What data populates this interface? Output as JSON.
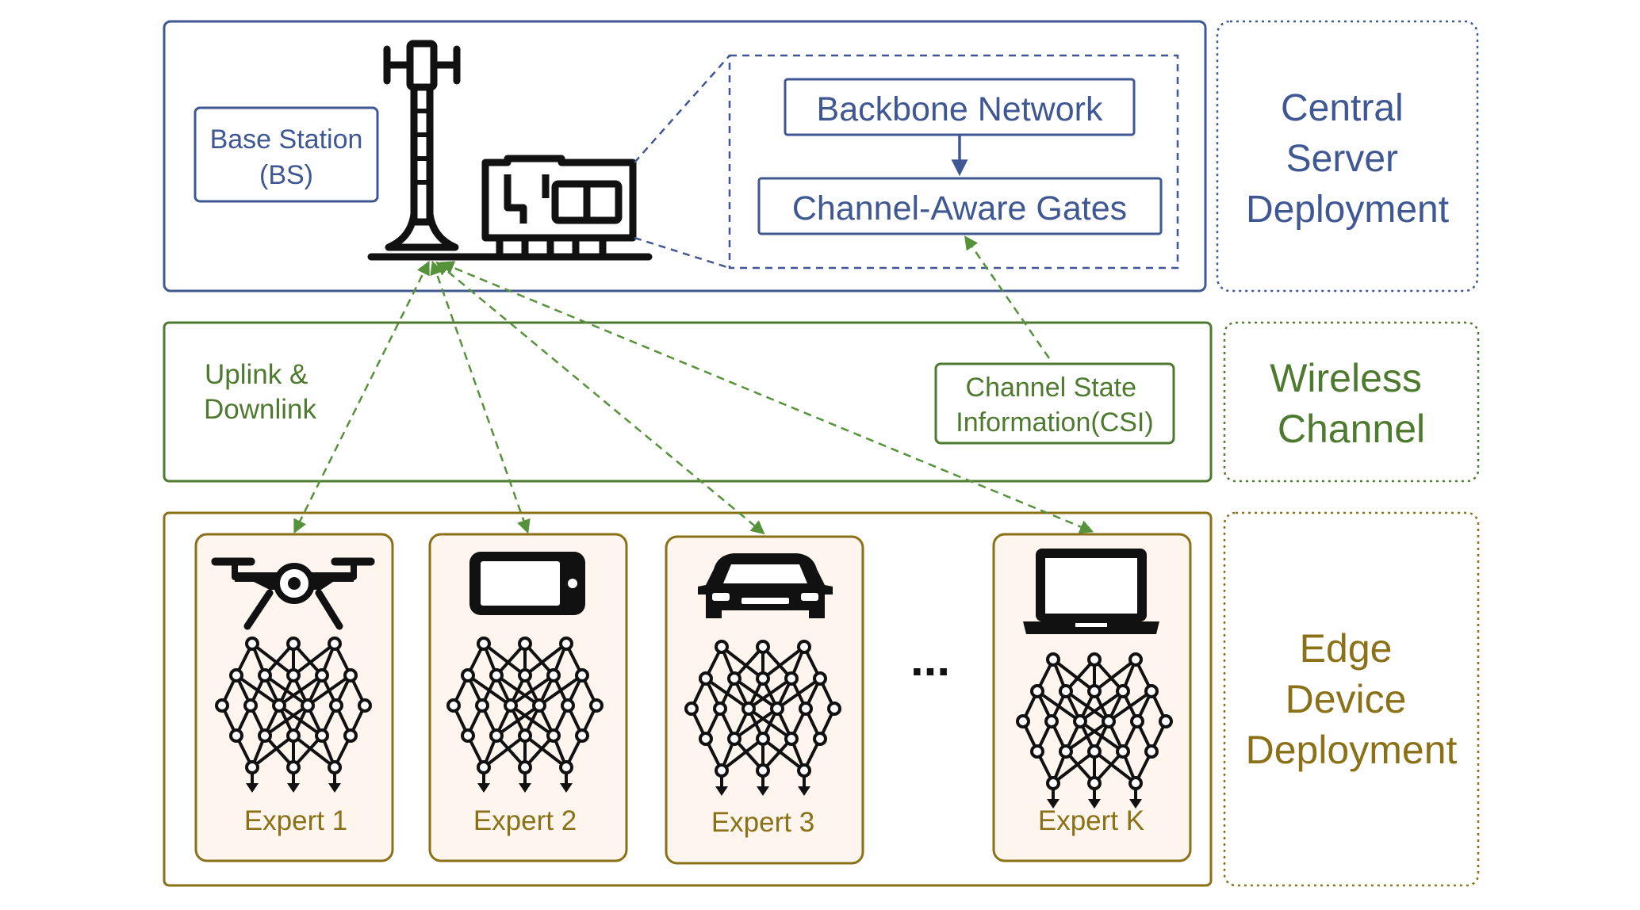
{
  "colors": {
    "server": "#3f5793",
    "wireless": "#4d7a2e",
    "edge": "#8a7016",
    "edge_fill": "#fdf5ee",
    "icon": "#111111",
    "arrow": "#56923a"
  },
  "central": {
    "bs_label_line1": "Base Station",
    "bs_label_line2": "(BS)",
    "backbone": "Backbone Network",
    "gates": "Channel-Aware Gates",
    "side_line1": "Central",
    "side_line2": "Server",
    "side_line3": "Deployment",
    "tower_icon": "cell-tower-icon",
    "server_icon": "server-board-icon"
  },
  "wireless": {
    "link_line1": "Uplink &",
    "link_line2": "Downlink",
    "csi_line1": "Channel State",
    "csi_line2": "Information(CSI)",
    "side_line1": "Wireless",
    "side_line2": "Channel"
  },
  "edge": {
    "experts": [
      {
        "label": "Expert 1",
        "icon": "drone-icon"
      },
      {
        "label": "Expert 2",
        "icon": "smartphone-icon"
      },
      {
        "label": "Expert 3",
        "icon": "car-icon"
      },
      {
        "label": "Expert K",
        "icon": "laptop-icon"
      }
    ],
    "ellipsis": "...",
    "network_icon": "neural-network-icon",
    "side_line1": "Edge",
    "side_line2": "Device",
    "side_line3": "Deployment"
  }
}
